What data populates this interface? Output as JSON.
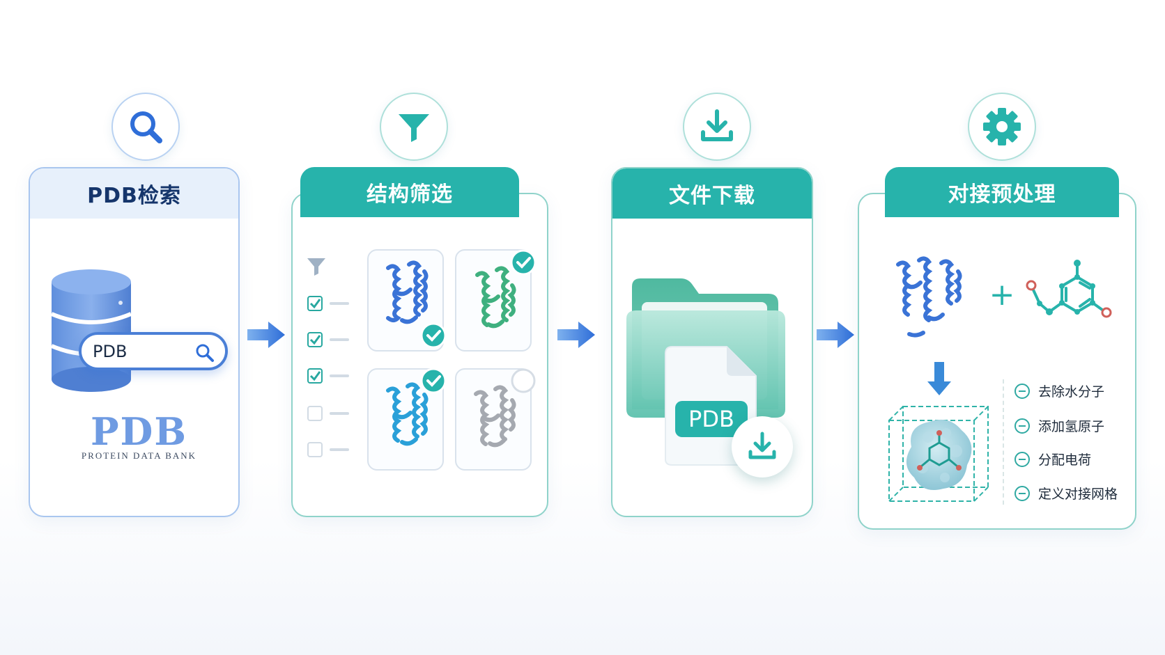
{
  "steps": [
    {
      "title": "PDB检索",
      "icon": "search-icon"
    },
    {
      "title": "结构筛选",
      "icon": "filter-icon"
    },
    {
      "title": "文件下载",
      "icon": "download-icon"
    },
    {
      "title": "对接预处理",
      "icon": "gear-icon"
    }
  ],
  "search": {
    "field_text": "PDB"
  },
  "pdb_logo": {
    "wordmark": "PDB",
    "tagline": "PROTEIN DATA BANK"
  },
  "file": {
    "label": "PDB"
  },
  "preprocess": {
    "plus": "+",
    "items": [
      "去除水分子",
      "添加氢原子",
      "分配电荷",
      "定义对接网格"
    ]
  },
  "colors": {
    "teal": "#27b3ab",
    "blue": "#3a73d6",
    "navy": "#15356b"
  }
}
